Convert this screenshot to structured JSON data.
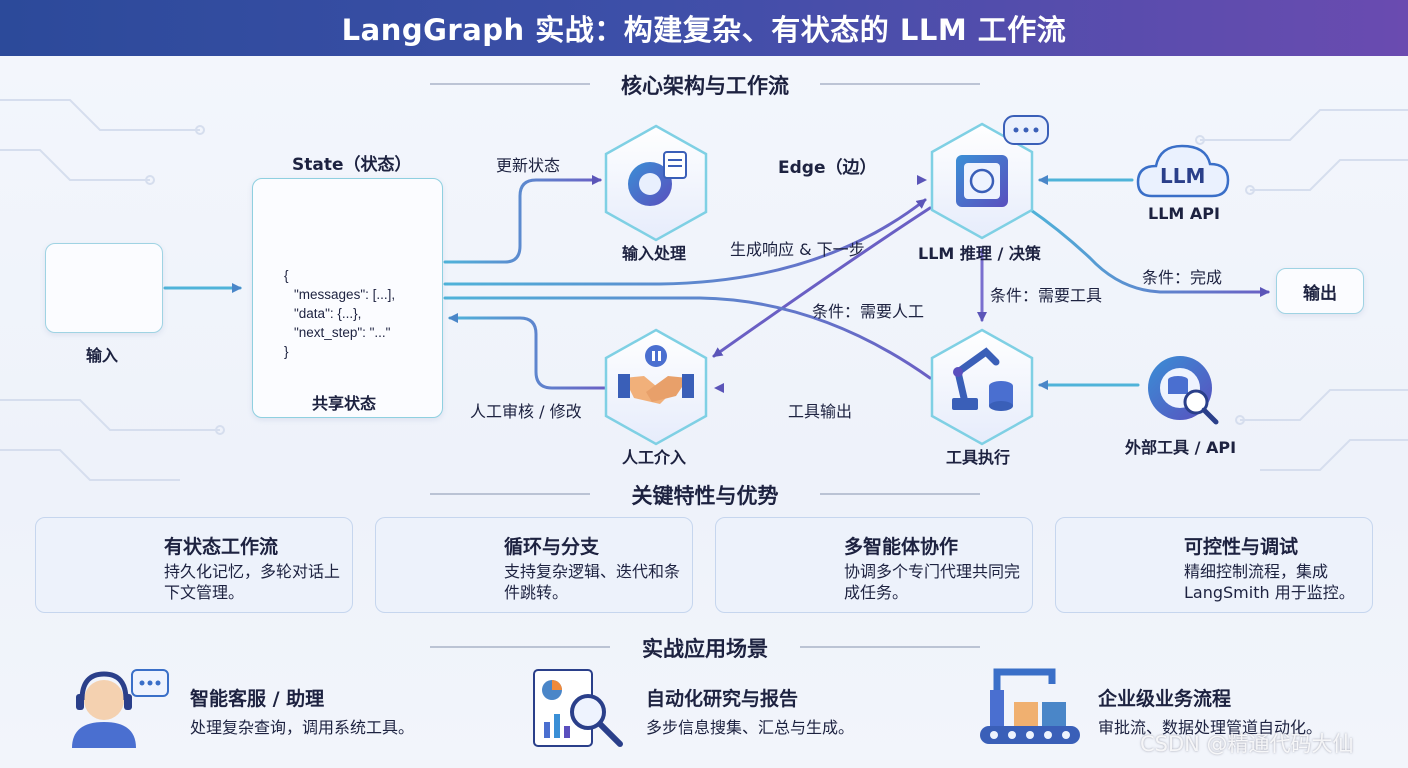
{
  "title": "LangGraph 实战：构建复杂、有状态的 LLM 工作流",
  "sections": {
    "architecture": "核心架构与工作流",
    "features": "关键特性与优势",
    "scenarios": "实战应用场景"
  },
  "nodes": {
    "input": "输入",
    "state_title": "State（状态）",
    "state_caption": "共享状态",
    "input_processing": "输入处理",
    "llm_reasoning": "LLM 推理 / 决策",
    "llm_api_logo": "LLM",
    "llm_api": "LLM API",
    "output": "输出",
    "tool_exec": "工具执行",
    "human": "人工介入",
    "external_tools": "外部工具 / API"
  },
  "state_code": [
    "{",
    "\"messages\": [...],",
    "\"data\": {...},",
    "\"next_step\": \"...\"",
    "}"
  ],
  "edges": {
    "update_state": "更新状态",
    "edge": "Edge（边）",
    "gen_response": "生成响应 & 下一步",
    "cond_done": "条件：完成",
    "cond_tool": "条件：需要工具",
    "cond_human": "条件：需要人工",
    "tool_output": "工具输出",
    "human_review": "人工审核 / 修改"
  },
  "features": [
    {
      "title": "有状态工作流",
      "desc": "持久化记忆，多轮对话上下文管理。",
      "icon": "cycle-arrows-icon"
    },
    {
      "title": "循环与分支",
      "desc": "支持复杂逻辑、迭代和条件跳转。",
      "icon": "flowchart-icon"
    },
    {
      "title": "多智能体协作",
      "desc": "协调多个专门代理共同完成任务。",
      "icon": "robots-icon"
    },
    {
      "title": "可控性与调试",
      "desc": "精细控制流程，集成 LangSmith 用于监控。",
      "icon": "sliders-magnifier-icon"
    }
  ],
  "scenarios": [
    {
      "title": "智能客服 / 助理",
      "desc": "处理复杂查询，调用系统工具。",
      "icon": "headset-agent-icon"
    },
    {
      "title": "自动化研究与报告",
      "desc": "多步信息搜集、汇总与生成。",
      "icon": "report-magnifier-icon"
    },
    {
      "title": "企业级业务流程",
      "desc": "审批流、数据处理管道自动化。",
      "icon": "robot-arm-conveyor-icon"
    }
  ],
  "watermark": "CSDN @精通代码大仙"
}
